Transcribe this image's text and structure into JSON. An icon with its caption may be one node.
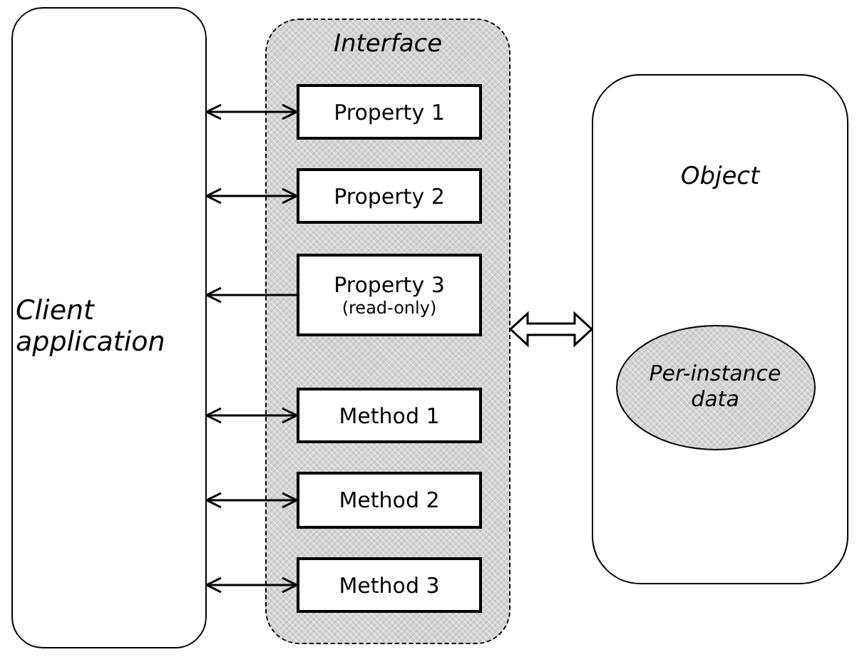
{
  "diagram": {
    "nodes": [
      {
        "text": [
          "Client application"
        ]
      },
      {
        "text": [
          "Interface"
        ]
      },
      {
        "text": [
          "Property 1"
        ],
        "in": 1
      },
      {
        "text": [
          "Property 2"
        ],
        "in": 1
      },
      {
        "text": [
          "Property 3",
          "(read-only)"
        ],
        "in": 1
      },
      {
        "text": [
          "Method 1"
        ],
        "in": 1
      },
      {
        "text": [
          "Method 2"
        ],
        "in": 1
      },
      {
        "text": [
          "Method 3"
        ],
        "in": 1
      },
      {
        "text": [
          "Object"
        ]
      },
      {
        "text": [
          "Per-instance data"
        ],
        "in": 8
      }
    ],
    "edges": [
      {
        "from": 0,
        "to": 2,
        "arrow": "both"
      },
      {
        "from": 0,
        "to": 3,
        "arrow": "both"
      },
      {
        "from": 4,
        "to": 0,
        "arrow": "to"
      },
      {
        "from": 0,
        "to": 5,
        "arrow": "both"
      },
      {
        "from": 0,
        "to": 6,
        "arrow": "both"
      },
      {
        "from": 0,
        "to": 7,
        "arrow": "both"
      },
      {
        "from": 1,
        "to": 8,
        "arrow": "both",
        "style": "thick"
      }
    ]
  }
}
